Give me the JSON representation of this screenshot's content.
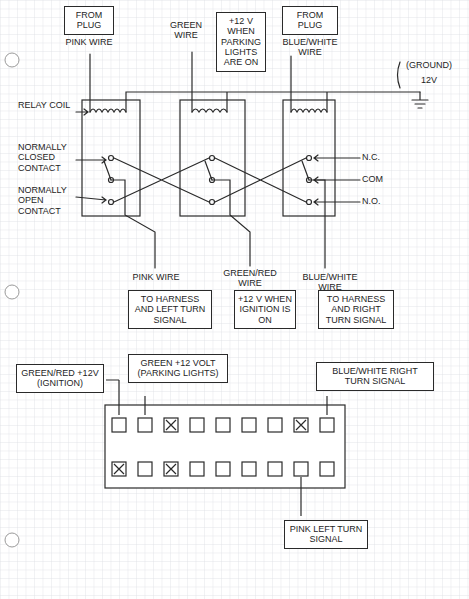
{
  "diagram": {
    "nodes": [
      {
        "text": [
          "FROM PLUG",
          "PINK WIRE"
        ]
      },
      {
        "text": [
          "+12 V WHEN PARKING LIGHTS ARE ON"
        ]
      },
      {
        "text": [
          "FROM PLUG",
          "BLUE/WHITE WIRE"
        ]
      },
      {
        "text": [
          "TO HARNESS AND LEFT TURN SIGNAL"
        ]
      },
      {
        "text": [
          "+12 V WHEN IGNITION IS ON"
        ]
      },
      {
        "text": [
          "TO HARNESS AND RIGHT TURN SIGNAL"
        ]
      },
      {
        "text": [
          "GREEN/RED +12V (IGNITION)"
        ]
      },
      {
        "text": [
          "GREEN +12 VOLT (PARKING LIGHTS)"
        ]
      },
      {
        "text": [
          "BLUE/WHITE RIGHT TURN SIGNAL"
        ]
      },
      {
        "text": [
          "PINK LEFT TURN SIGNAL"
        ]
      }
    ],
    "labels": [
      "GREEN WIRE",
      "(GROUND)",
      "12V",
      "RELAY COIL",
      "NORMALLY CLOSED CONTACT",
      "NORMALLY OPEN CONTACT",
      "N.C.",
      "COM",
      "N.O.",
      "PINK WIRE",
      "GREEN/RED WIRE",
      "BLUE/WHITE WIRE"
    ]
  }
}
